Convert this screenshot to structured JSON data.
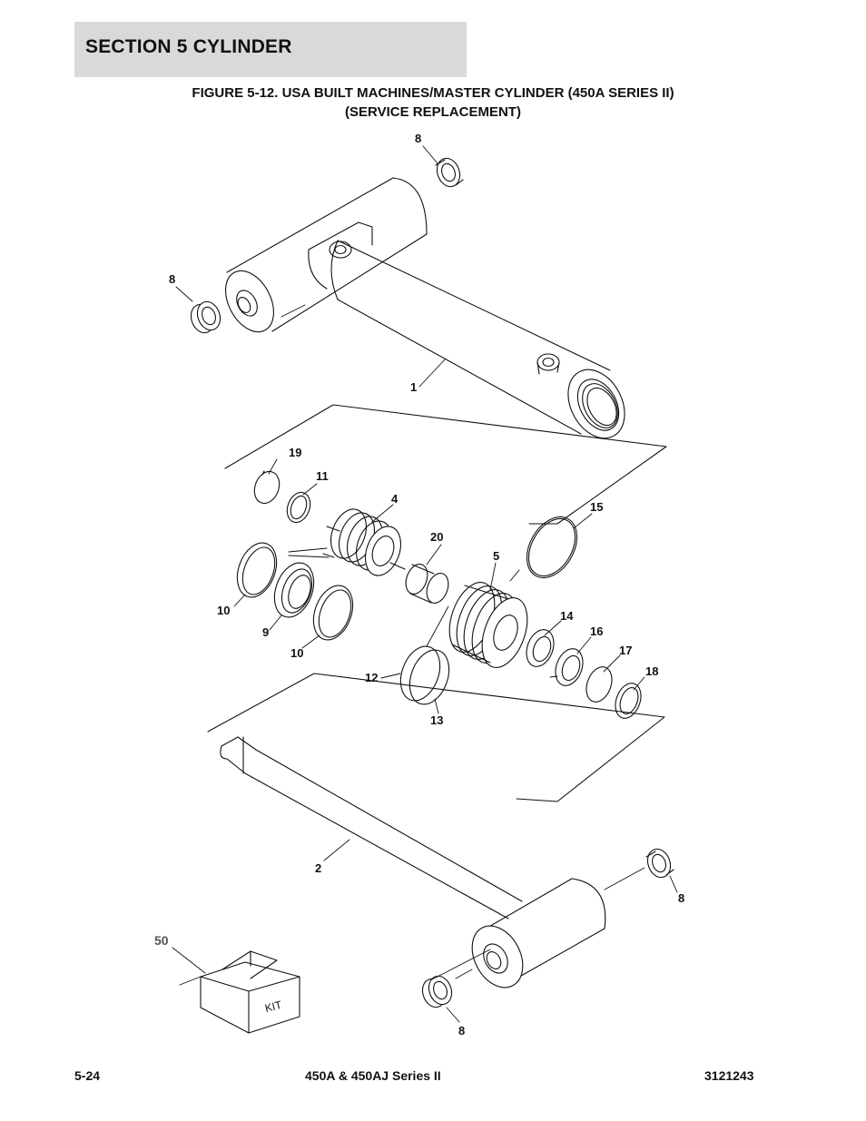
{
  "header": {
    "section_title": "SECTION 5   CYLINDER"
  },
  "figure": {
    "title_line1": "FIGURE 5-12.  USA BUILT MACHINES/MASTER CYLINDER (450A SERIES II)",
    "title_line2": "(SERVICE REPLACEMENT)"
  },
  "callouts": {
    "c8a": "8",
    "c8b": "8",
    "c8c": "8",
    "c8d": "8",
    "c1": "1",
    "c2": "2",
    "c4": "4",
    "c5": "5",
    "c9": "9",
    "c10a": "10",
    "c10b": "10",
    "c11": "11",
    "c12": "12",
    "c13": "13",
    "c14": "14",
    "c15": "15",
    "c16": "16",
    "c17": "17",
    "c18": "18",
    "c19": "19",
    "c20": "20",
    "c50": "50"
  },
  "kit_label": "KIT",
  "footer": {
    "page": "5-24",
    "model": "450A & 450AJ Series II",
    "doc_number": "3121243"
  }
}
